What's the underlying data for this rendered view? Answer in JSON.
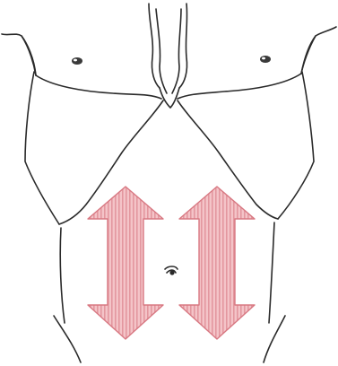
{
  "figure": {
    "subject": "torso-anterior-outline",
    "line_color": "#2a2a2a",
    "arrow_fill": "#f4c4c8",
    "arrow_stripe": "#e08e96",
    "arrow_stroke": "#d87882",
    "arrow_direction": "vertical-bidirectional",
    "arrow_count": 2
  }
}
